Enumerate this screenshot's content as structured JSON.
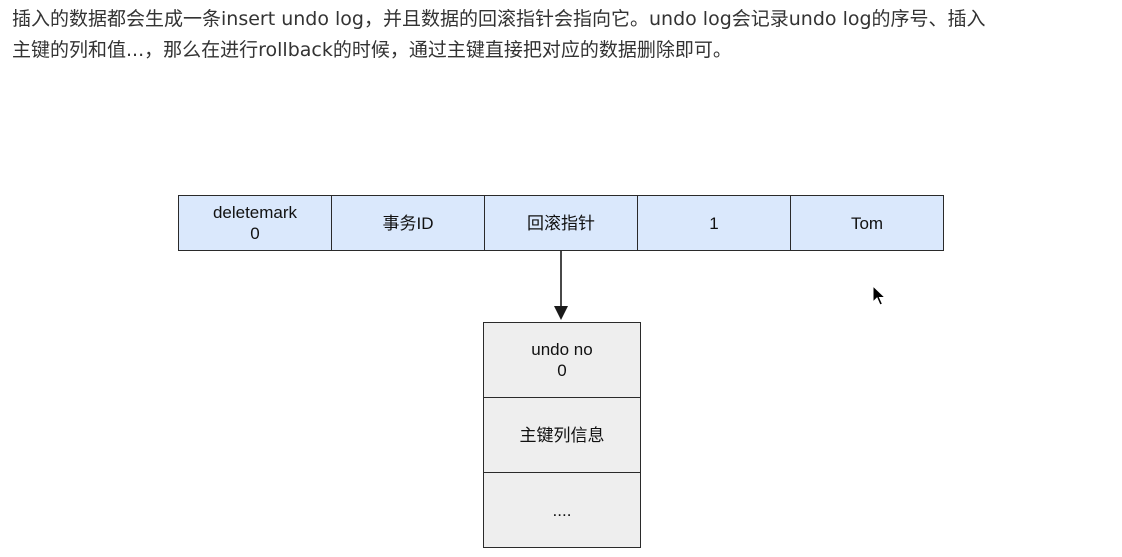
{
  "paragraph": {
    "line1": "插入的数据都会生成一条insert undo log，并且数据的回滚指针会指向它。undo log会记录undo log的序号、插入",
    "line2": "主键的列和值...，那么在进行rollback的时候，通过主键直接把对应的数据删除即可。"
  },
  "record_row": {
    "cells": [
      "deletemark\n0",
      "事务ID",
      "回滚指针",
      "1",
      "Tom"
    ]
  },
  "undo_log": {
    "cells": [
      "undo no\n0",
      "主键列信息",
      "...."
    ]
  },
  "colors": {
    "record_fill": "#dae8fc",
    "undo_fill": "#eeeeee",
    "stroke": "#2a2a2a",
    "text": "#333333"
  },
  "icons": {
    "pointer": "arrow-down-icon",
    "cursor": "mouse-cursor-icon"
  }
}
